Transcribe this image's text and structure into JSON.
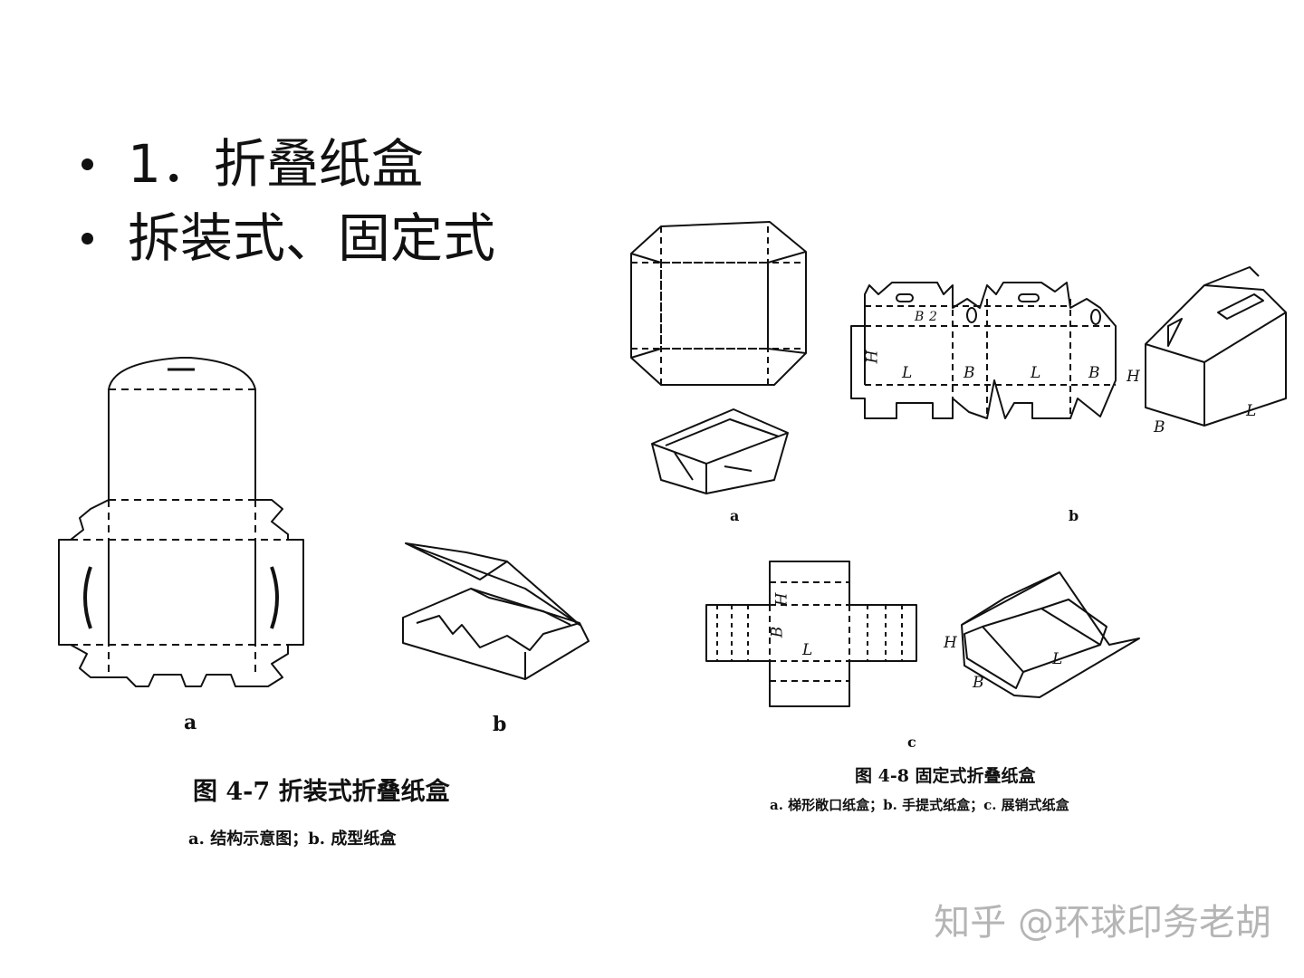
{
  "bullets": [
    {
      "text": "1．折叠纸盒"
    },
    {
      "text": "拆装式、固定式"
    }
  ],
  "figure_4_7": {
    "title": "图 4-7   折装式折叠纸盒",
    "subtitle": "a. 结构示意图；b. 成型纸盒",
    "label_a": "a",
    "label_b": "b"
  },
  "figure_4_8": {
    "title": "图 4-8   固定式折叠纸盒",
    "subtitle": "a. 梯形敞口纸盒；b. 手提式纸盒；c. 展销式纸盒",
    "label_a": "a",
    "label_b": "b",
    "label_c": "c",
    "dims": {
      "B": "B",
      "L": "L",
      "H": "H",
      "B_half_num": "B",
      "B_half_den": "2"
    }
  },
  "watermark": "知乎 @环球印务老胡"
}
